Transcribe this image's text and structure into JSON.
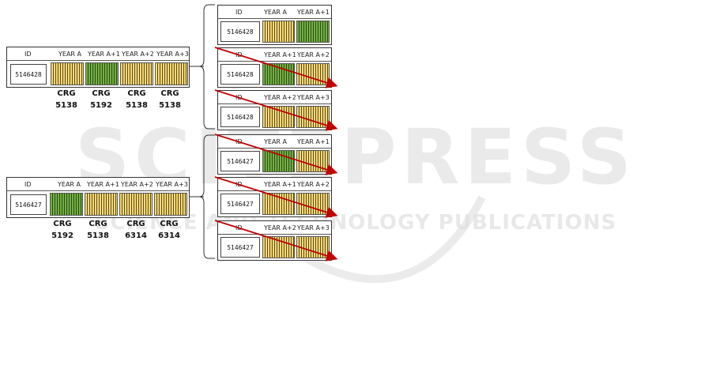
{
  "watermark": {
    "main": "SCITEPRESS",
    "sub": "SCIENCE AND TECHNOLOGY PUBLICATIONS"
  },
  "left_top": {
    "headers": [
      "ID",
      "YEAR A",
      "YEAR A+1",
      "YEAR A+2",
      "YEAR A+3"
    ],
    "id_value": "5146428",
    "cells": [
      "yellow",
      "green",
      "yellow",
      "yellow"
    ],
    "crg_label": "CRG",
    "crg_values": [
      "5138",
      "5192",
      "5138",
      "5138"
    ]
  },
  "left_bottom": {
    "headers": [
      "ID",
      "YEAR A",
      "YEAR A+1",
      "YEAR A+2",
      "YEAR A+3"
    ],
    "id_value": "5146427",
    "cells": [
      "green",
      "yellow",
      "yellow",
      "yellow"
    ],
    "crg_label": "CRG",
    "crg_values": [
      "5192",
      "5138",
      "6314",
      "6314"
    ]
  },
  "right_panels": [
    {
      "id_label": "ID",
      "y1": "YEAR A",
      "y2": "YEAR A+1",
      "id_value": "5146428",
      "c1": "yellow",
      "c2": "green",
      "crossed": false
    },
    {
      "id_label": "ID",
      "y1": "YEAR A+1",
      "y2": "YEAR A+2",
      "id_value": "5146428",
      "c1": "green",
      "c2": "yellow",
      "crossed": true
    },
    {
      "id_label": "ID",
      "y1": "YEAR A+2",
      "y2": "YEAR A+3",
      "id_value": "5146428",
      "c1": "yellow",
      "c2": "yellow",
      "crossed": true
    },
    {
      "id_label": "ID",
      "y1": "YEAR A",
      "y2": "YEAR A+1",
      "id_value": "5146427",
      "c1": "green",
      "c2": "yellow",
      "crossed": true
    },
    {
      "id_label": "ID",
      "y1": "YEAR A+1",
      "y2": "YEAR A+2",
      "id_value": "5146427",
      "c1": "yellow",
      "c2": "yellow",
      "crossed": true
    },
    {
      "id_label": "ID",
      "y1": "YEAR A+2",
      "y2": "YEAR A+3",
      "id_value": "5146427",
      "c1": "yellow",
      "c2": "yellow",
      "crossed": true
    }
  ],
  "colors": {
    "cross_arrow": "#c00000",
    "green_cell": "#5e9a32",
    "yellow_cell": "#f2c14e"
  }
}
